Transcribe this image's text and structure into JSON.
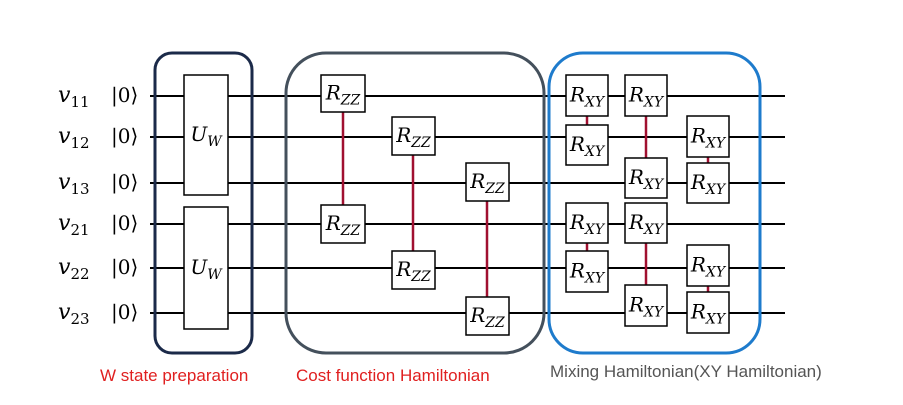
{
  "qubits": [
    {
      "var": "v",
      "sub": "11",
      "ket": "|0⟩"
    },
    {
      "var": "v",
      "sub": "12",
      "ket": "|0⟩"
    },
    {
      "var": "v",
      "sub": "13",
      "ket": "|0⟩"
    },
    {
      "var": "v",
      "sub": "21",
      "ket": "|0⟩"
    },
    {
      "var": "v",
      "sub": "22",
      "ket": "|0⟩"
    },
    {
      "var": "v",
      "sub": "23",
      "ket": "|0⟩"
    }
  ],
  "gates": {
    "uw": {
      "base": "U",
      "sub": "W"
    },
    "rzz": {
      "base": "R",
      "sub": "ZZ"
    },
    "rxy": {
      "base": "R",
      "sub": "XY"
    }
  },
  "sections": {
    "w_state": "W state preparation",
    "cost": "Cost function Hamiltonian",
    "mixing": "Mixing Hamiltonian(XY Hamiltonian)"
  },
  "colors": {
    "wire": "#000000",
    "connector": "#a01030",
    "w_box": "#1b2a49",
    "cost_box": "#44505c",
    "mix_box": "#1e7bcc",
    "w_label": "#e02020",
    "cost_label": "#e02020",
    "mix_label": "#555555"
  }
}
